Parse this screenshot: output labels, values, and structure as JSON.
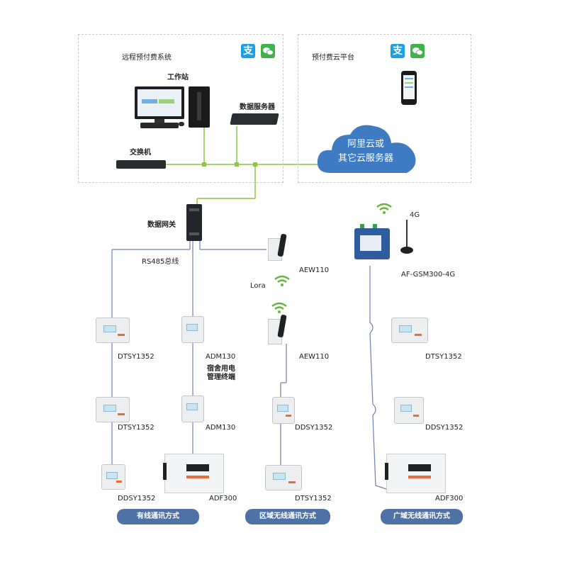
{
  "left_system": {
    "title": "远程预付费系统",
    "workstation_label": "工作站",
    "server_label": "数据服务器",
    "switch_label": "交换机",
    "alipay_icon": "支",
    "wechat_icon": "wechat-icon"
  },
  "right_system": {
    "title": "预付费云平台",
    "cloud_line1": "阿里云或",
    "cloud_line2": "其它云服务器",
    "alipay_icon": "支",
    "wechat_icon": "wechat-icon"
  },
  "gateway": {
    "label": "数据网关",
    "bus_label": "RS485总线"
  },
  "lora": {
    "label": "Lora"
  },
  "gsm": {
    "label": "AF-GSM300-4G",
    "antenna_label": "4G"
  },
  "column_wired": {
    "devices": [
      "DTSY1352",
      "DTSY1352",
      "DDSY1352"
    ],
    "footer": "有线通讯方式"
  },
  "column_adm": {
    "devices": [
      "ADM130",
      "ADM130",
      "ADF300"
    ],
    "sub_line1": "宿舍用电",
    "sub_line2": "管理终端"
  },
  "column_lora": {
    "top_device": "AEW110",
    "devices": [
      "AEW110",
      "DDSY1352",
      "DTSY1352"
    ],
    "footer": "区域无线通讯方式"
  },
  "column_gsm": {
    "devices": [
      "DTSY1352",
      "DDSY1352",
      "ADF300"
    ],
    "footer": "广域无线通讯方式"
  },
  "colors": {
    "line_green": "#8cc63f",
    "line_blue": "#6f7fb4",
    "cloud": "#3e7bc2",
    "pill": "#4f72a6"
  }
}
